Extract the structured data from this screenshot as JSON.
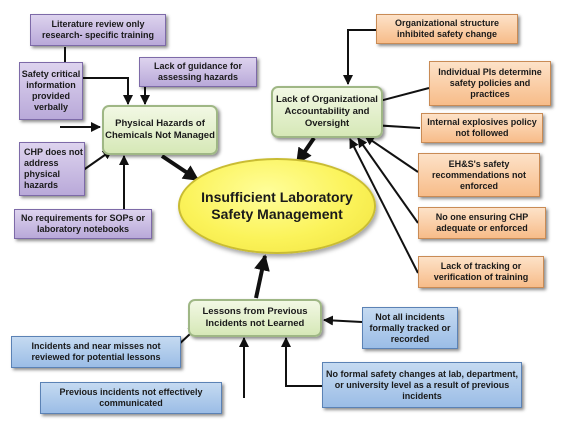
{
  "center": {
    "label": "Insufficient Laboratory Safety Management"
  },
  "hubs": {
    "physical": {
      "label": "Physical Hazards of Chemicals Not Managed"
    },
    "org": {
      "label": "Lack of Organizational Accountability and Oversight"
    },
    "lessons": {
      "label": "Lessons from Previous Incidents not Learned"
    }
  },
  "causes": {
    "lit_review": "Literature review only research- specific training",
    "guidance": "Lack of guidance for assessing hazards",
    "verbal": "Safety critical information provided verbally",
    "chp_physical": "CHP does not address physical hazards",
    "sops": "No requirements for SOPs or laboratory notebooks",
    "org_structure": "Organizational structure inhibited safety change",
    "pis": "Individual PIs determine safety policies and practices",
    "explosives": "Internal explosives policy not followed",
    "ehs": "EH&S's safety recommendations not enforced",
    "chp_enforced": "No one ensuring CHP adequate or enforced",
    "tracking": "Lack of tracking or verification of training",
    "not_tracked": "Not all incidents formally tracked or recorded",
    "near_misses": "Incidents and near misses not reviewed for potential lessons",
    "communicated": "Previous incidents not effectively communicated",
    "no_changes": "No formal safety changes at lab, department, or university level as a result of previous incidents"
  },
  "colors": {
    "purple": "#c9bce3",
    "orange": "#f9cda6",
    "blue": "#a9c6ea",
    "green": "#e4f0cf",
    "center": "#fbf35a",
    "arrow": "#111111"
  }
}
